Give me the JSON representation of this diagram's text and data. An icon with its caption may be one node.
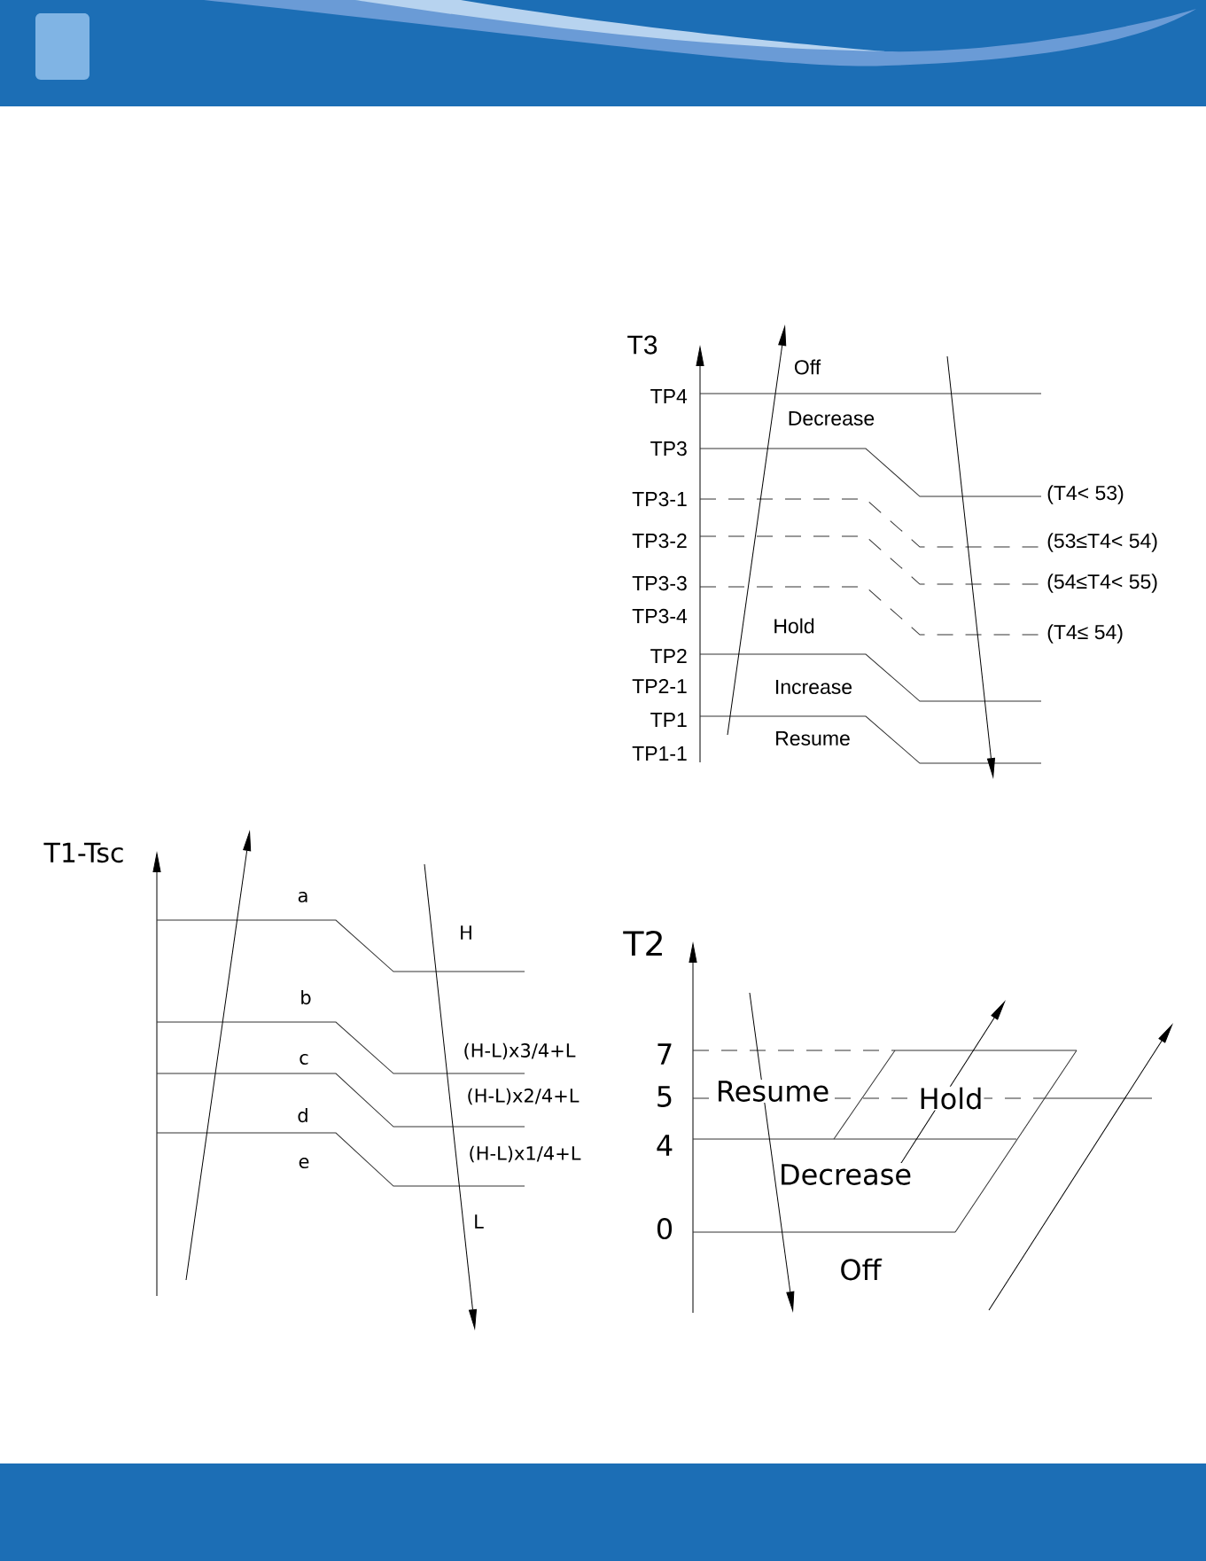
{
  "diagram": {
    "labels": [
      "T3",
      "Off",
      "TP4",
      "Decrease",
      "TP3",
      "(T4< 53)",
      "TP3-1",
      "TP3-2",
      "(53≤T4< 54)",
      "TP3-3",
      "(54≤T4< 55)",
      "TP3-4",
      "Hold",
      "(T4≤ 54)",
      "TP2",
      "TP2-1",
      "Increase",
      "TP1",
      "Resume",
      "TP1-1",
      "T1-Tsc",
      "a",
      "H",
      "b",
      "(H-L)x3/4+L",
      "c",
      "(H-L)x2/4+L",
      "d",
      "(H-L)x1/4+L",
      "e",
      "L",
      "T2",
      "7",
      "Resume",
      "5",
      "Hold",
      "4",
      "Decrease",
      "0",
      "Off"
    ]
  }
}
